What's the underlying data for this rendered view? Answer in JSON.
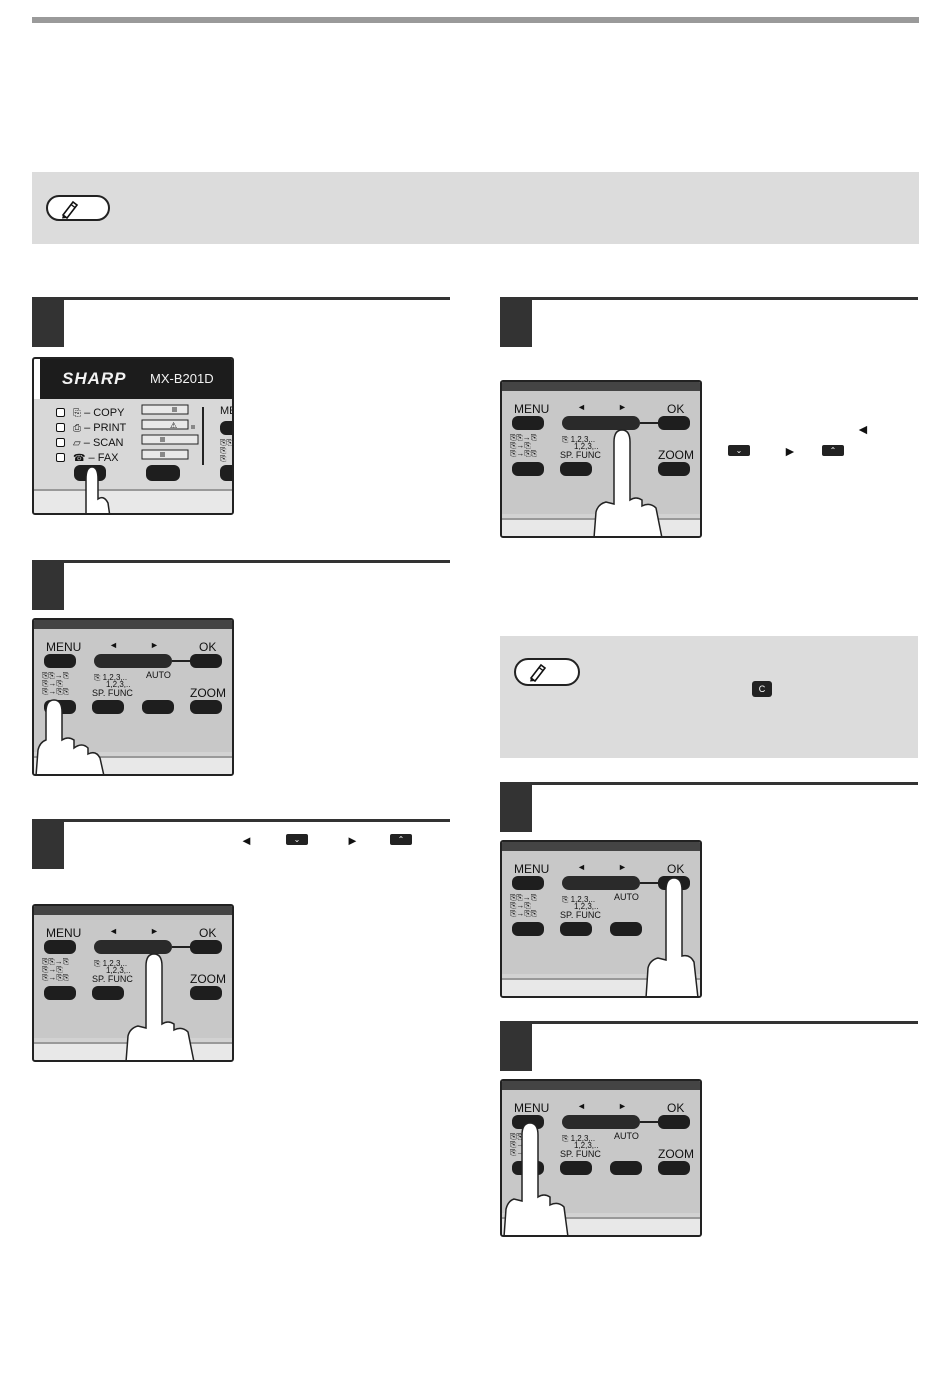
{
  "panel_labels": {
    "menu": "MENU",
    "ok": "OK",
    "sp_func": "SP. FUNC",
    "auto": "AUTO",
    "zoom": "ZOOM",
    "sort_marks": "1,2,3,..",
    "sort_marks2": "1,2,3,..",
    "arrow_left": "◄",
    "arrow_right": "►"
  },
  "sharp_panel": {
    "brand": "SHARP",
    "model": "MX-B201D",
    "modes": [
      "– COPY",
      "– PRINT",
      "– SCAN",
      "– FAX"
    ],
    "cut_label": "ME"
  },
  "key_glyphs": {
    "down": "⌄",
    "up": "⌃",
    "clear": "C"
  },
  "colors": {
    "note_bg": "#dcdcdc",
    "rule": "#333333",
    "panel_bg": "#c8c8c8"
  }
}
